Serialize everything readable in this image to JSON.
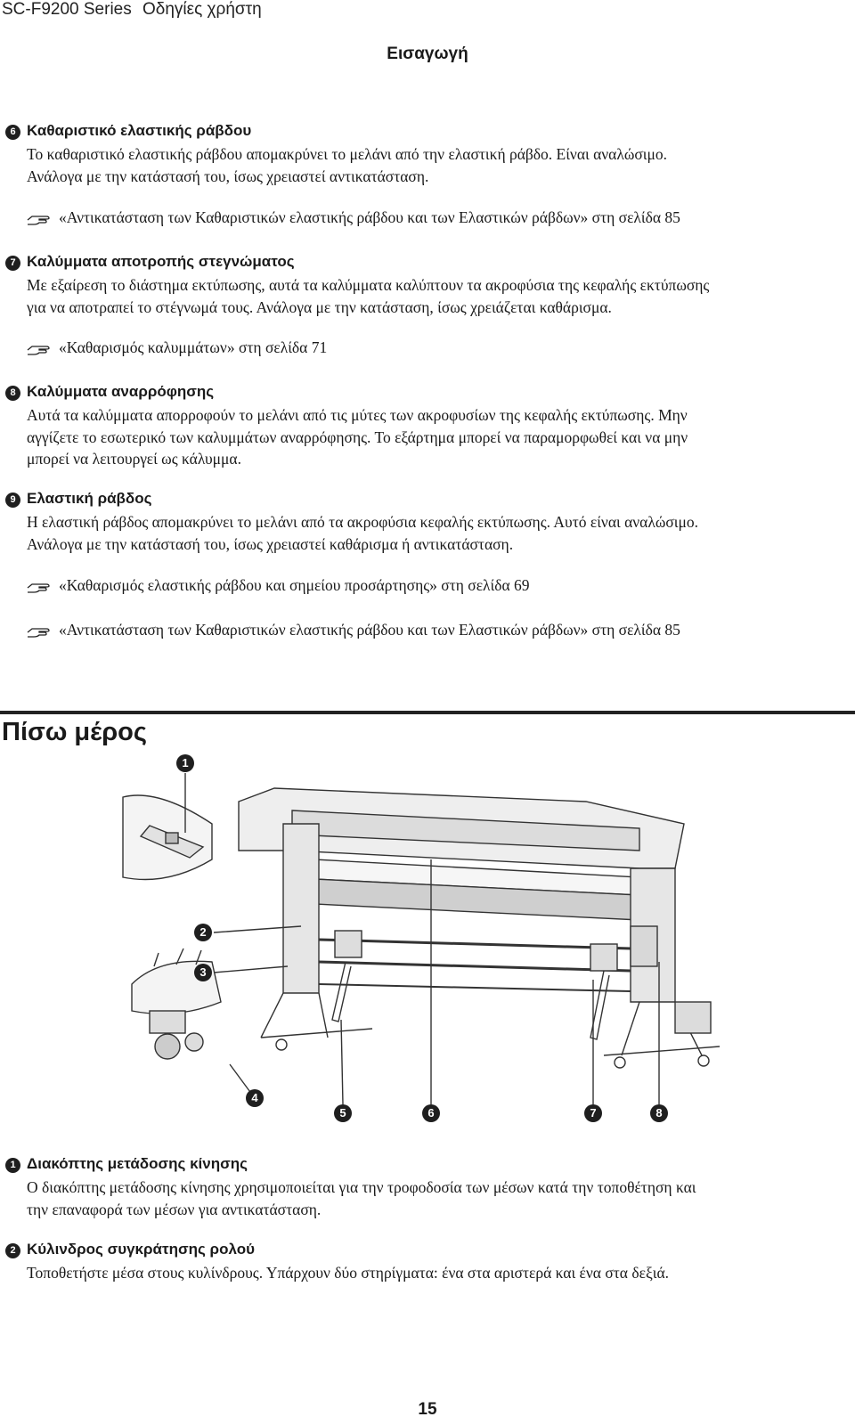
{
  "header": {
    "product": "SC-F9200 Series",
    "doc": "Οδηγίες χρήστη",
    "section": "Εισαγωγή"
  },
  "items_top": [
    {
      "num": "6",
      "title": "Καθαριστικό ελαστικής ράβδου",
      "lines": [
        "Το καθαριστικό ελαστικής ράβδου απομακρύνει το μελάνι από την ελαστική ράβδο. Είναι αναλώσιμο.",
        "Ανάλογα με την κατάστασή του, ίσως χρειαστεί αντικατάσταση."
      ],
      "refs": [
        "«Αντικατάσταση των Καθαριστικών ελαστικής ράβδου και των Ελαστικών ράβδων» στη σελίδα 85"
      ]
    },
    {
      "num": "7",
      "title": "Καλύμματα αποτροπής στεγνώματος",
      "lines": [
        "Με εξαίρεση το διάστημα εκτύπωσης, αυτά τα καλύμματα καλύπτουν τα ακροφύσια της κεφαλής εκτύπωσης",
        "για να αποτραπεί το στέγνωμά τους. Ανάλογα με την κατάσταση, ίσως χρειάζεται καθάρισμα."
      ],
      "refs": [
        "«Καθαρισμός καλυμμάτων» στη σελίδα 71"
      ]
    },
    {
      "num": "8",
      "title": "Καλύμματα αναρρόφησης",
      "lines": [
        "Αυτά τα καλύμματα απορροφούν το μελάνι από τις μύτες των ακροφυσίων της κεφαλής εκτύπωσης. Μην",
        "αγγίζετε το εσωτερικό των καλυμμάτων αναρρόφησης. Το εξάρτημα μπορεί να παραμορφωθεί και να μην",
        "μπορεί να λειτουργεί ως κάλυμμα."
      ],
      "refs": []
    },
    {
      "num": "9",
      "title": "Ελαστική ράβδος",
      "lines": [
        "Η ελαστική ράβδος απομακρύνει το μελάνι από τα ακροφύσια κεφαλής εκτύπωσης. Αυτό είναι αναλώσιμο.",
        "Ανάλογα με την κατάστασή του, ίσως χρειαστεί καθάρισμα ή αντικατάσταση."
      ],
      "refs": [
        "«Καθαρισμός ελαστικής ράβδου και σημείου προσάρτησης» στη σελίδα 69",
        "«Αντικατάσταση των Καθαριστικών ελαστικής ράβδου και των Ελαστικών ράβδων» στη σελίδα 85"
      ]
    }
  ],
  "section_heading": "Πίσω μέρος",
  "figure_callouts": [
    "1",
    "2",
    "3",
    "4",
    "5",
    "6",
    "7",
    "8"
  ],
  "items_bottom": [
    {
      "num": "1",
      "title": "Διακόπτης μετάδοσης κίνησης",
      "lines": [
        "Ο διακόπτης μετάδοσης κίνησης χρησιμοποιείται για την τροφοδοσία των μέσων κατά την τοποθέτηση και",
        "την επαναφορά των μέσων για αντικατάσταση."
      ]
    },
    {
      "num": "2",
      "title": "Κύλινδρος συγκράτησης ρολού",
      "lines": [
        "Τοποθετήστε μέσα στους κυλίνδρους. Υπάρχουν δύο στηρίγματα: ένα στα αριστερά και ένα στα δεξιά."
      ]
    }
  ],
  "page_number": "15"
}
